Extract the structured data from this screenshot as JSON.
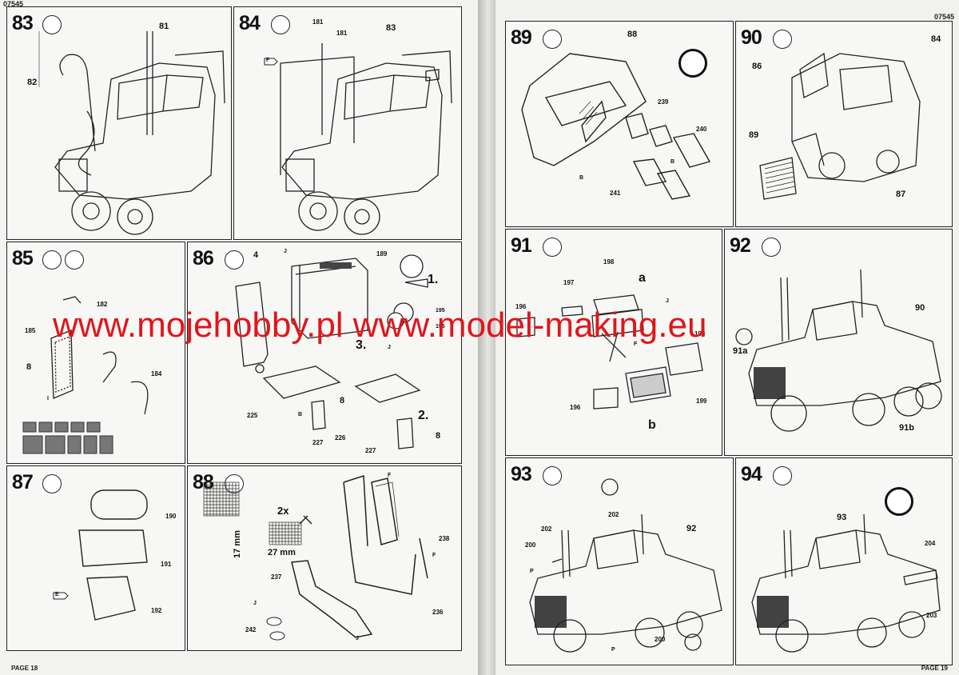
{
  "header": {
    "code_left": "07545",
    "code_right": "07545"
  },
  "footer": {
    "page_left": "PAGE 18",
    "page_right": "PAGE 19"
  },
  "watermark": "www.mojehobby.pl www.model-making.eu",
  "steps": {
    "s83": {
      "num": "83",
      "parts": [
        "81",
        "82"
      ]
    },
    "s84": {
      "num": "84",
      "parts": [
        "181",
        "181",
        "83"
      ],
      "tag": "F"
    },
    "s85": {
      "num": "85",
      "parts": [
        "182",
        "185",
        "8",
        "184"
      ],
      "tag": "I"
    },
    "s86": {
      "num": "86",
      "parts": [
        "4",
        "189",
        "225",
        "226",
        "227",
        "227",
        "8",
        "8"
      ],
      "notes": [
        "1.",
        "2.",
        "3."
      ],
      "tags": [
        "J",
        "B",
        "J"
      ],
      "labels": [
        "195",
        "196"
      ]
    },
    "s87": {
      "num": "87",
      "parts": [
        "190",
        "191",
        "192"
      ],
      "tag": "E"
    },
    "s88": {
      "num": "88",
      "parts": [
        "238",
        "237",
        "236",
        "242"
      ],
      "mult": "2x",
      "dim_v": "17 mm",
      "dim_h": "27 mm",
      "tags": [
        "F",
        "J",
        "F",
        "J"
      ]
    },
    "s89": {
      "num": "89",
      "parts": [
        "88",
        "239",
        "240",
        "241"
      ],
      "tags": [
        "B",
        "B"
      ]
    },
    "s90": {
      "num": "90",
      "parts": [
        "84",
        "86",
        "89",
        "87"
      ]
    },
    "s91": {
      "num": "91",
      "parts": [
        "198",
        "197",
        "196",
        "198",
        "196",
        "199"
      ],
      "labels": [
        "a",
        "b"
      ],
      "tags": [
        "J",
        "F"
      ]
    },
    "s92": {
      "num": "92",
      "parts": [
        "90"
      ],
      "labels": [
        "91a",
        "91b"
      ]
    },
    "s93": {
      "num": "93",
      "parts": [
        "202",
        "202",
        "92",
        "200",
        "200"
      ],
      "tags": [
        "P",
        "P"
      ]
    },
    "s94": {
      "num": "94",
      "parts": [
        "93",
        "204",
        "203"
      ]
    }
  }
}
